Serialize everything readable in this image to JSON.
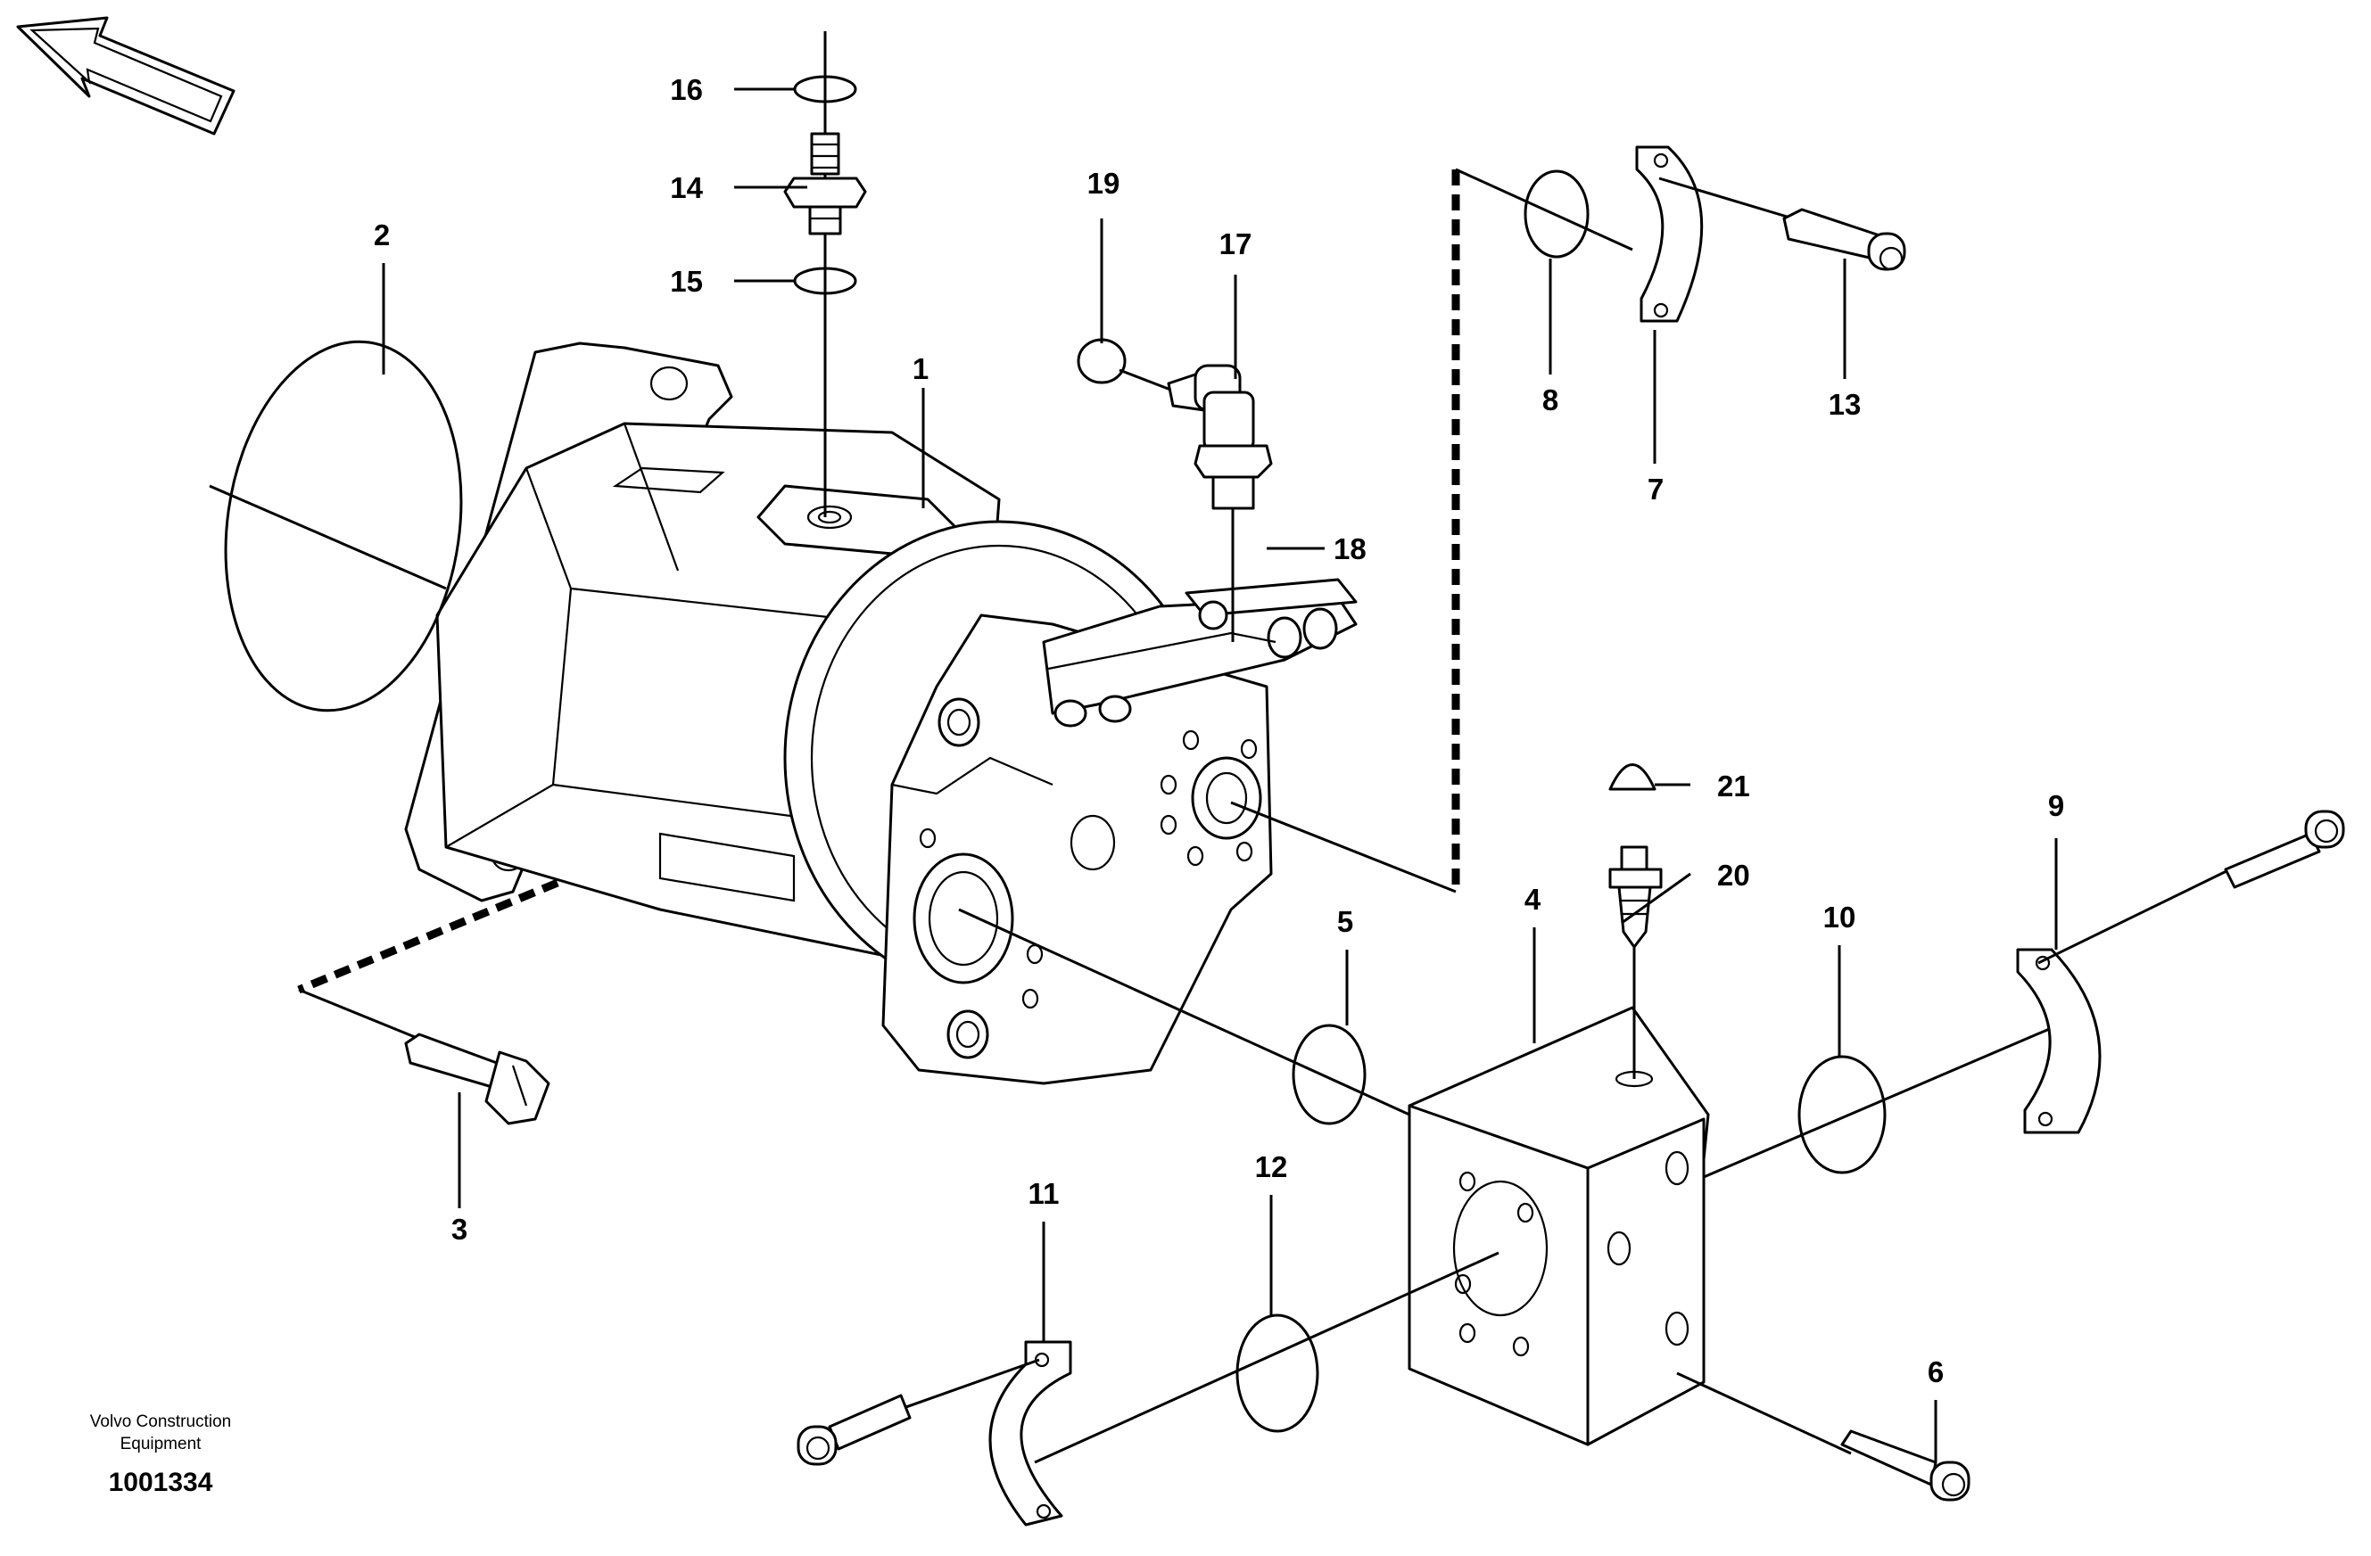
{
  "diagram": {
    "type": "exploded-parts-diagram",
    "callouts": [
      "1",
      "2",
      "3",
      "4",
      "5",
      "6",
      "7",
      "8",
      "9",
      "10",
      "11",
      "12",
      "13",
      "14",
      "15",
      "16",
      "17",
      "18",
      "19",
      "20",
      "21"
    ],
    "footer": {
      "company_line1": "Volvo Construction",
      "company_line2": "Equipment",
      "document_number": "1001334"
    }
  },
  "colors": {
    "ink": "#000000",
    "paper": "#ffffff"
  },
  "icons": {
    "orientation_arrow": "direction-arrow-icon"
  }
}
